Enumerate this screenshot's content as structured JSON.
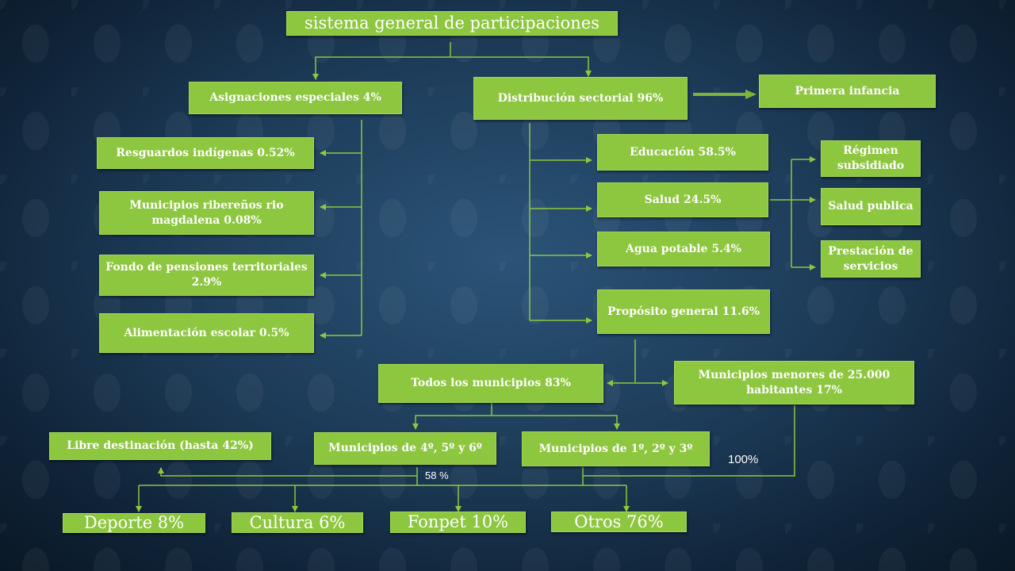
{
  "title": "sistema general de participaciones",
  "left": {
    "head": "Asignaciones especiales 4%",
    "items": [
      "Resguardos indígenas 0.52%",
      "Municipios ribereños rio magdalena 0.08%",
      "Fondo de pensiones territoriales 2.9%",
      "Alimentación escolar 0.5%"
    ]
  },
  "right": {
    "head": "Distribución sectorial 96%",
    "primera_infancia": "Primera infancia",
    "sectors": [
      "Educación 58.5%",
      "Salud 24.5%",
      "Agua potable 5.4%",
      "Propósito general 11.6%"
    ],
    "salud_items": [
      "Régimen subsidiado",
      "Salud publica",
      "Prestación de servicios"
    ]
  },
  "general": {
    "todos": "Todos los municipios 83%",
    "menores": "Municipios menores de 25.000 habitantes 17%",
    "mun_456": "Municipios de 4º, 5º y 6º",
    "mun_123": "Municipios de 1º, 2º y 3º",
    "libre": "Libre destinación (hasta 42%)",
    "pct_58": "58 %",
    "pct_100": "100%"
  },
  "outputs": [
    "Deporte 8%",
    "Cultura 6%",
    "Fonpet 10%",
    "Otros 76%"
  ],
  "colors": {
    "box": "#8dc63f",
    "line": "#8dc63f",
    "text": "#ffffff",
    "background": "#1d3c59"
  }
}
